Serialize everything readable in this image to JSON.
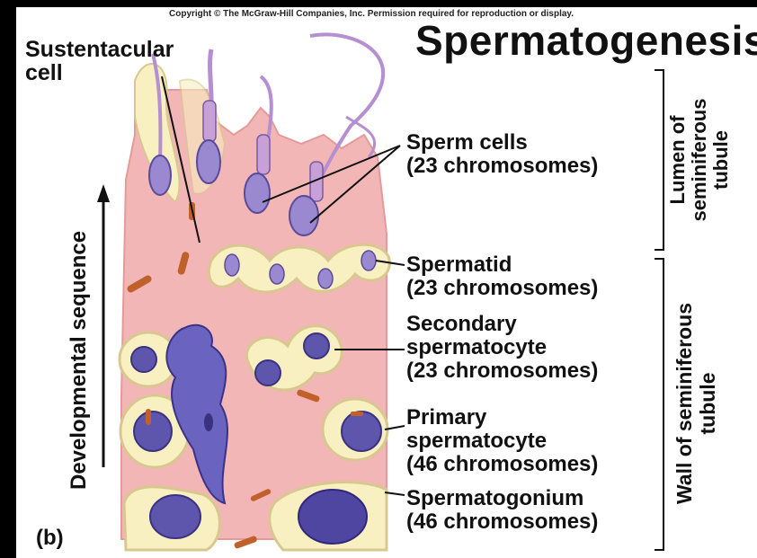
{
  "copyright": "Copyright © The McGraw-Hill Companies, Inc. Permission required for reproduction or display.",
  "title": "Spermatogenesis",
  "panel_label": "(b)",
  "labels": {
    "sustentacular": [
      "Sustentacular",
      "cell"
    ],
    "sperm_cells": [
      "Sperm cells",
      "(23 chromosomes)"
    ],
    "spermatid": [
      "Spermatid",
      "(23 chromosomes)"
    ],
    "secondary": [
      "Secondary",
      "spermatocyte",
      "(23 chromosomes)"
    ],
    "primary": [
      "Primary",
      "spermatocyte",
      "(46 chromosomes)"
    ],
    "spermatogonium": [
      "Spermatogonium",
      "(46 chromosomes)"
    ]
  },
  "brackets": {
    "lumen": [
      "Lumen of",
      "seminiferous",
      "tubule"
    ],
    "wall": [
      "Wall of seminiferous",
      "tubule"
    ]
  },
  "developmental_sequence": "Developmental sequence",
  "colors": {
    "frame": "#000000",
    "tissue": "#f0b8b8",
    "cell_fill": "#f8f0b8",
    "cell_outline": "#d8c890",
    "nucleus": "#6a63b8",
    "sperm": "#b59ad8",
    "mitochondria": "#c0602a"
  }
}
